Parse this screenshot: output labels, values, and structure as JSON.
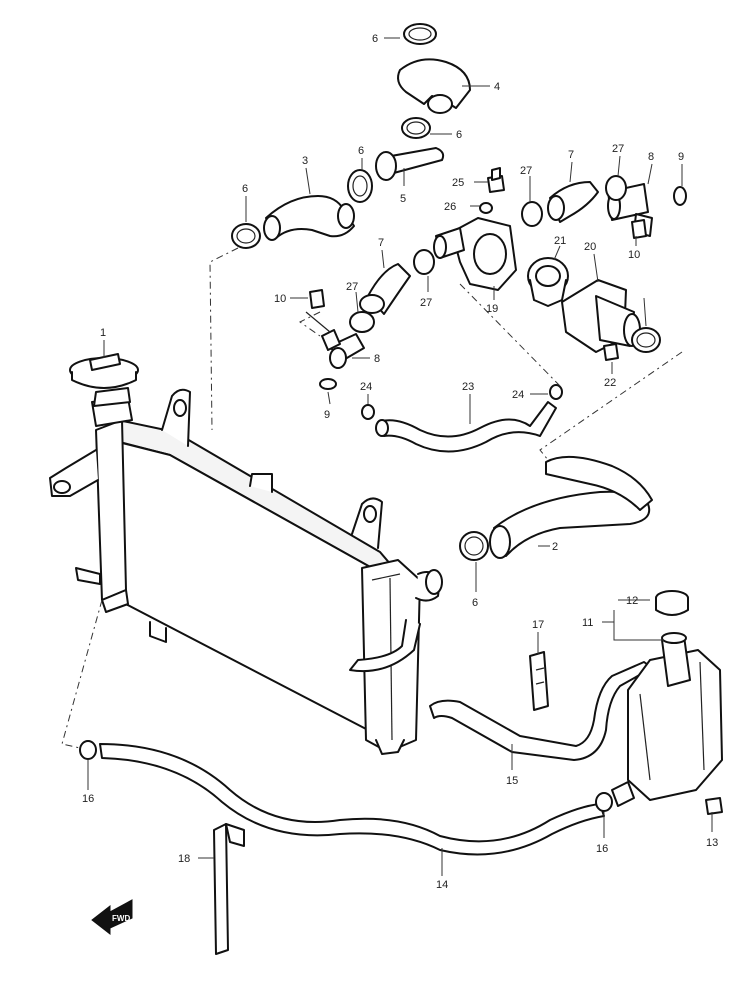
{
  "diagram": {
    "front_arrow_label": "FWD",
    "callouts": [
      "1",
      "2",
      "3",
      "4",
      "5",
      "6",
      "6",
      "6",
      "6",
      "6",
      "7",
      "7",
      "8",
      "8",
      "9",
      "9",
      "10",
      "10",
      "11",
      "12",
      "13",
      "14",
      "15",
      "16",
      "16",
      "17",
      "18",
      "19",
      "20",
      "21",
      "22",
      "23",
      "24",
      "24",
      "25",
      "26",
      "27",
      "27",
      "27",
      "27"
    ]
  }
}
